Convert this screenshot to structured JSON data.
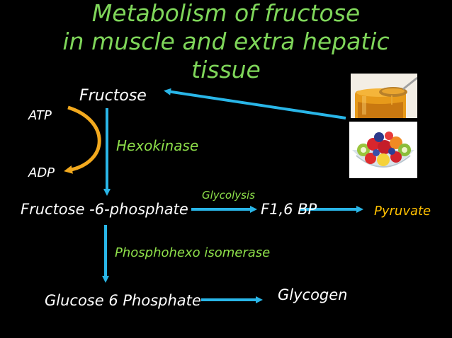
{
  "title": {
    "line1": "Metabolism  of  fructose",
    "line2": "in  muscle  and  extra hepatic",
    "line3": "tissue"
  },
  "labels": {
    "fructose": "Fructose",
    "atp": "ATP",
    "adp": "ADP",
    "hexokinase": "Hexokinase",
    "fructose_6_phosphate": "Fructose  -6-phosphate",
    "glycolysis": "Glycolysis",
    "f16bp": "F1,6 BP",
    "pyruvate": "Pyruvate",
    "phosphohexo_isomerase": "Phosphohexo  isomerase",
    "glucose_6_phosphate": "Glucose  6 Phosphate",
    "glycogen": "Glycogen"
  },
  "colors": {
    "background": "#000000",
    "title": "#7fd65a",
    "enzyme_text": "#8ee04a",
    "arrow": "#29b6e8",
    "atp_arc": "#f2a91e",
    "pyruvate": "#ffc000"
  },
  "images": [
    "honey-image",
    "fruit-bowl-image"
  ]
}
